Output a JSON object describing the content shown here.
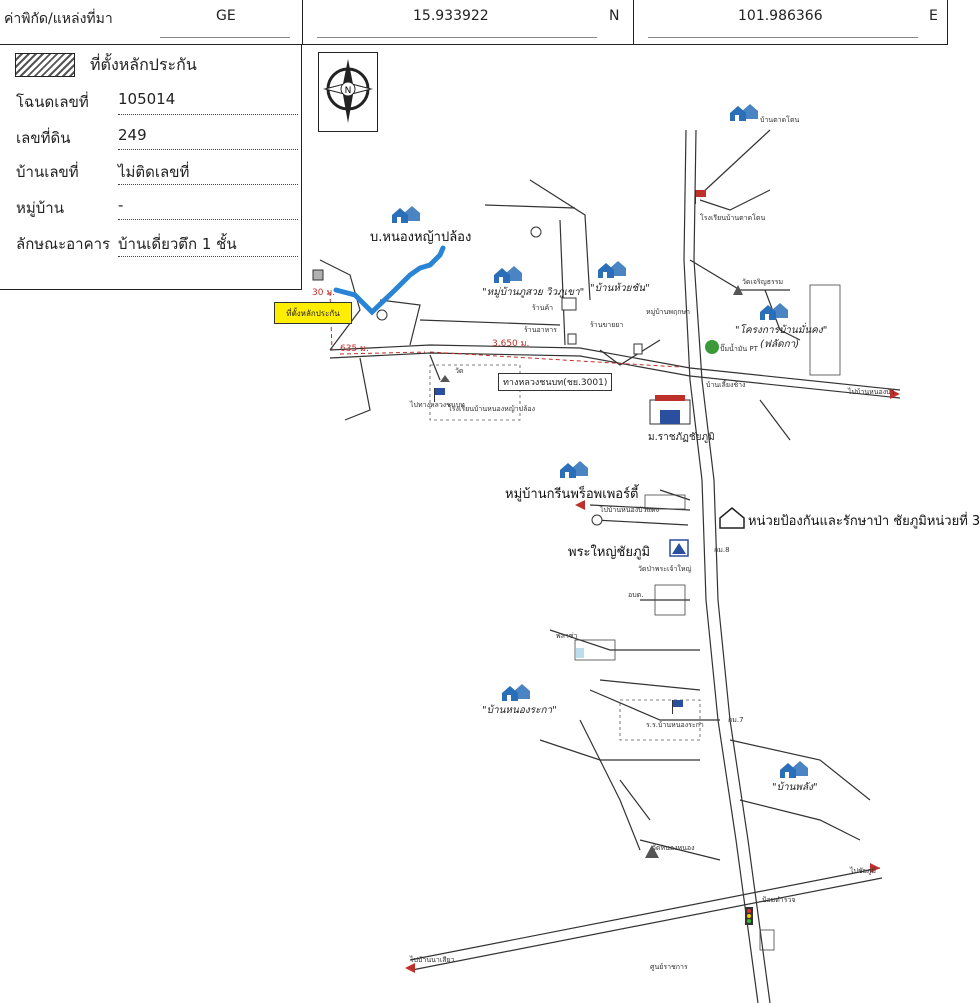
{
  "coords": {
    "source_label": "ค่าพิกัด/แหล่งที่มา",
    "source_value": "GE",
    "lat_value": "15.933922",
    "lat_unit": "N",
    "lon_value": "101.986366",
    "lon_unit": "E"
  },
  "info": {
    "legend_label": "ที่ตั้งหลักประกัน",
    "rows": [
      {
        "label": "โฉนดเลขที่",
        "value": "105014"
      },
      {
        "label": "เลขที่ดิน",
        "value": "249"
      },
      {
        "label": "บ้านเลขที่",
        "value": "ไม่ติดเลขที่"
      },
      {
        "label": "หมู่บ้าน",
        "value": "-"
      },
      {
        "label": "ลักษณะอาคาร",
        "value": "บ้านเดี่ยวตึก 1 ชั้น"
      }
    ]
  },
  "compass": {
    "north": "N"
  },
  "map": {
    "collateral": "ที่ตั้งหลักประกัน",
    "dist_30": "30 ม.",
    "dist_635": "635 ม.",
    "dist_3650": "3,650 ม.",
    "road_3001": "ทางหลวงชนบท(ชย.3001)",
    "villages": {
      "nong_ya_plong": "บ.หนองหญ้าปล้อง",
      "phu_suay": "\"หมู่บ้านภูสวย วิวภูเขา\"",
      "huai_chan": "\"บ้านห้วยชัน\"",
      "ban_mankong": "\"โครงการบ้านมั่นคง\"",
      "ban_mankong_sub": "(ฟลัดกา)",
      "green_property": "หมู่บ้านกรีนพร็อพเพอร์ตี้",
      "ban_nong_ya": "\"บ้านหนองระกา\"",
      "ban_phlang": "\"บ้านพลัง\""
    },
    "landmarks": {
      "forest_unit": "หน่วยป้องกันและรักษาป่า ชัยภูมิหน่วยที่ 3",
      "pra_yai": "พระใหญ่ชัยภูมิ",
      "rajabhat": "ม.ราชภัฏชัยภูมิ"
    },
    "small_labels": {
      "s1": "บ้านตาดโตน",
      "s2": "โรงเรียนบ้านตาดโตน",
      "s3": "วัดเจริญธรรม",
      "s4": "ปั๊มน้ำมัน PT",
      "s5": "ไปบ้านหนองบัว",
      "s6": "ร้านค้า",
      "s7": "ร้านอาหาร",
      "s8": "วัด",
      "s9": "โรงเรียนบ้านหนองหญ้าปล้อง",
      "s10": "หมู่บ้านพฤกษา",
      "s11": "ร้านขายยา",
      "s12": "วัดป่าพระเจ้าใหญ่",
      "s13": "อบต.",
      "s14": "พลาซ่า",
      "s15": "ร.ร.บ้านหนองระกา",
      "s16": "วัดหนองหนอง",
      "s17": "ไปชัยภูมิ",
      "s18": "ศูนย์ราชการ",
      "s19": "ป้อมตำรวจ",
      "s20": "กม.7",
      "s21": "กม.8",
      "s22": "ไปบ้านนาเสียว",
      "s23": "ไปบ้านหนองบัวแดง",
      "s24": "ไปทางหลวงชนบท",
      "s25": "บ้านเลี้ยงช้าง"
    }
  }
}
